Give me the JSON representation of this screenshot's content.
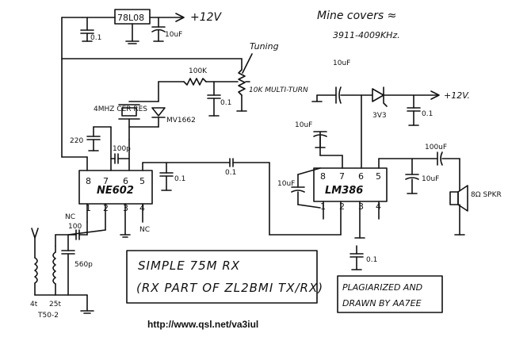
{
  "notes": {
    "coverage_title": "Mine covers ≈",
    "coverage_range": "3911-4009KHz."
  },
  "regulator": {
    "part": "78L08",
    "out": "+12V",
    "cap_left": "0.1",
    "cap_right": "10uF"
  },
  "tuning": {
    "label": "Tuning",
    "pot": "10K MULTI-TURN",
    "series_res": "100K",
    "cap": "0.1"
  },
  "oscillator": {
    "crystal": "4MHZ CER RES",
    "varicap": "MV1662",
    "cap_220": "220",
    "cap_100p": "100p"
  },
  "ne602": {
    "name": "NE602",
    "pins_top": [
      "8",
      "7",
      "6",
      "5"
    ],
    "pins_bottom": [
      "1",
      "2",
      "3",
      "4"
    ],
    "nc_left": "NC",
    "nc_right": "NC",
    "cap_pin5": "0.1",
    "cap_coupling": "0.1"
  },
  "input": {
    "cap_100": "100",
    "cap_560p": "560p",
    "turns_left": "4t",
    "turns_right": "25t",
    "core": "T50-2"
  },
  "lm386": {
    "name": "LM386",
    "pins_top": [
      "8",
      "7",
      "6",
      "5"
    ],
    "pins_bottom": [
      "1",
      "2",
      "3",
      "4"
    ],
    "cap_pin7": "10uF",
    "cap_input": "10uF",
    "cap_pin4": "0.1",
    "cap_out_bypass": "10uF",
    "cap_out": "100uF",
    "speaker": "8Ω SPKR"
  },
  "supply2": {
    "cap_top": "10uF",
    "zener": "3V3",
    "out": "+12V.",
    "cap_bypass": "0.1"
  },
  "title_box": {
    "line1": "SIMPLE 75M RX",
    "line2": "(RX PART OF ZL2BMI TX/RX)"
  },
  "credit": {
    "line1": "PLAGIARIZED AND",
    "line2": "DRAWN BY AA7EE"
  },
  "url": "http://www.qsl.net/va3iul"
}
